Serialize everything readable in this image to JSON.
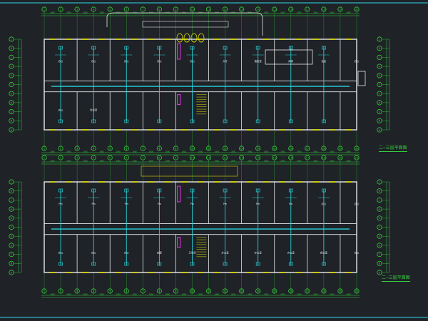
{
  "drawing": {
    "colors": {
      "background": "#1f2227",
      "wall": "#e8e8e8",
      "dimension": "#34d13a",
      "duct": "#27d3d8",
      "equipment": "#ff3cff",
      "annotation": "#e0e000",
      "border": "#2ab7c8"
    },
    "plans": [
      {
        "id": "upper",
        "title": "二~三层平面图"
      },
      {
        "id": "lower",
        "title": "二~三层平面图"
      }
    ],
    "top_axis_labels": [
      "1",
      "2",
      "3",
      "4",
      "5",
      "6",
      "7",
      "8",
      "9",
      "10",
      "11",
      "12",
      "13",
      "14",
      "15",
      "16",
      "17",
      "18",
      "19",
      "20"
    ],
    "side_axis_labels": [
      "L",
      "K",
      "J",
      "H",
      "G",
      "F",
      "E",
      "D",
      "C",
      "B",
      "A"
    ],
    "room_labels_upper": [
      "办公",
      "办公",
      "办公",
      "办公",
      "办公",
      "大厅",
      "值班室",
      "库房",
      "会议",
      "办公",
      "办公",
      "会议室"
    ],
    "room_labels_lower": [
      "Pm",
      "Pm",
      "Pm",
      "Pm",
      "Pm",
      "Pm",
      "Pm",
      "Pm",
      "办公",
      "办公",
      "办公",
      "办公",
      "办公",
      "走廊",
      "卫生间",
      "办公室",
      "办公室",
      "办公室",
      "会议室",
      "办公"
    ]
  }
}
